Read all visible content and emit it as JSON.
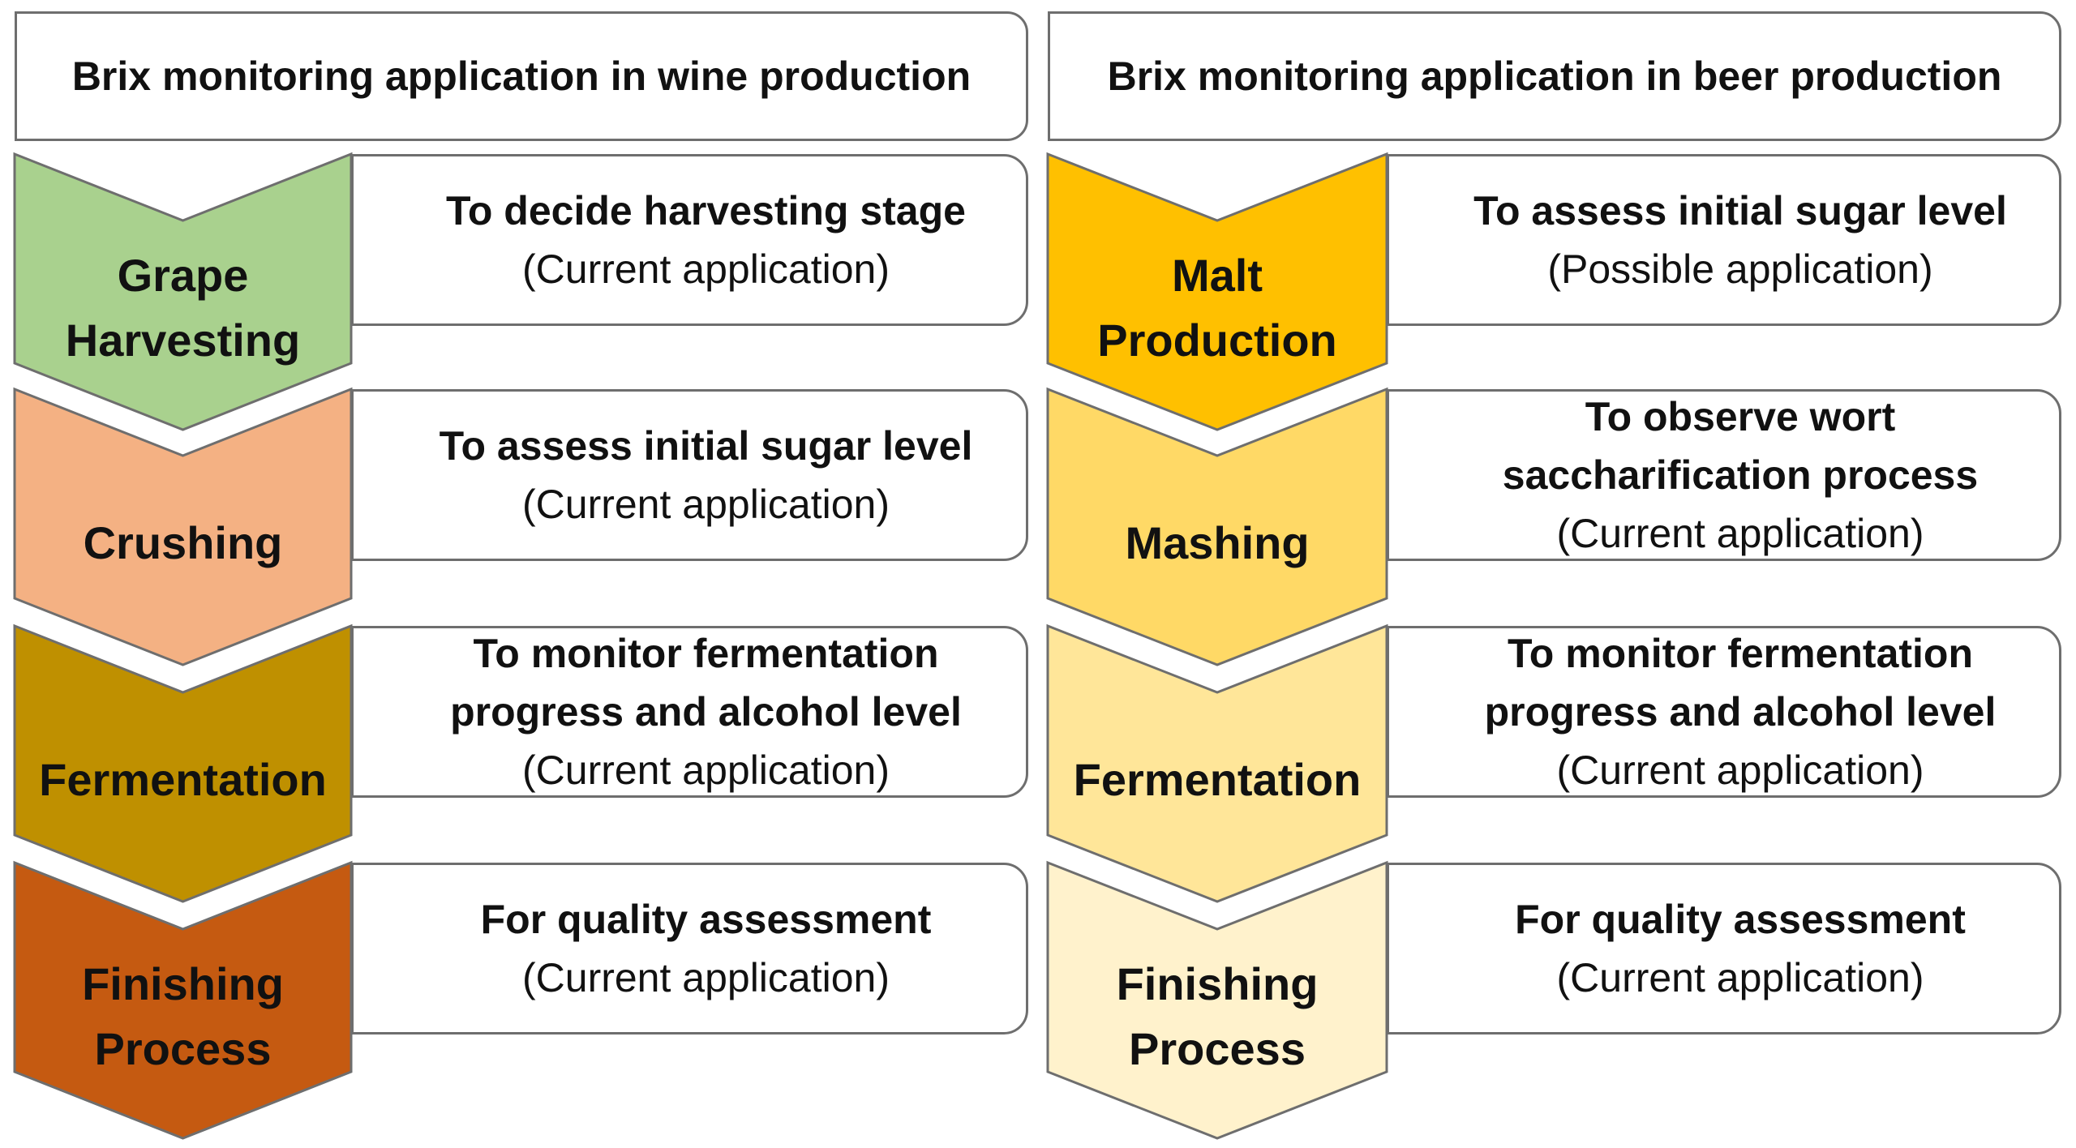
{
  "wine": {
    "header": "Brix monitoring application in wine production",
    "steps": [
      {
        "stage": "Grape\nHarvesting",
        "description": "To decide harvesting stage",
        "note": "(Current application)",
        "fill": "#a9d18e"
      },
      {
        "stage": "Crushing",
        "description": "To assess initial sugar level",
        "note": "(Current application)",
        "fill": "#f4b183"
      },
      {
        "stage": "Fermentation",
        "description": "To monitor fermentation\nprogress and alcohol level",
        "note": "(Current application)",
        "fill": "#bf9000"
      },
      {
        "stage": "Finishing\nProcess",
        "description": "For quality assessment",
        "note": "(Current application)",
        "fill": "#c55a11"
      }
    ]
  },
  "beer": {
    "header": "Brix monitoring application in beer production",
    "steps": [
      {
        "stage": "Malt\nProduction",
        "description": "To assess initial sugar level",
        "note": "(Possible application)",
        "fill": "#ffc000"
      },
      {
        "stage": "Mashing",
        "description": "To observe wort\nsaccharification process",
        "note": "(Current application)",
        "fill": "#ffd966"
      },
      {
        "stage": "Fermentation",
        "description": "To monitor fermentation\nprogress and alcohol level",
        "note": "(Current application)",
        "fill": "#ffe699"
      },
      {
        "stage": "Finishing\nProcess",
        "description": "For quality assessment",
        "note": "(Current application)",
        "fill": "#fff2cc"
      }
    ]
  }
}
